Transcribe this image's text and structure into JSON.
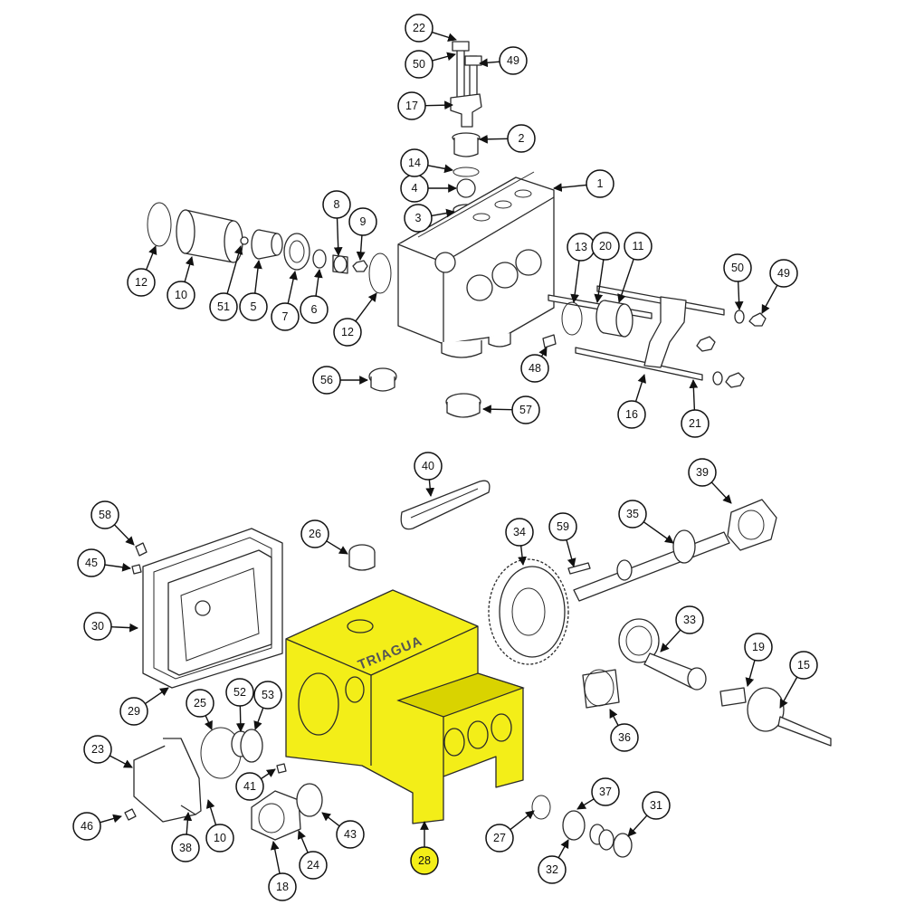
{
  "highlight_color": "#f3ee18",
  "selected_part": "28",
  "brand_mark": "TRIAGUA",
  "callout_labels": [
    "1",
    "2",
    "3",
    "4",
    "5",
    "6",
    "7",
    "8",
    "9",
    "10",
    "10",
    "11",
    "12",
    "12",
    "13",
    "14",
    "15",
    "16",
    "17",
    "18",
    "19",
    "20",
    "21",
    "22",
    "23",
    "24",
    "25",
    "26",
    "27",
    "28",
    "29",
    "30",
    "31",
    "32",
    "33",
    "34",
    "35",
    "36",
    "37",
    "38",
    "39",
    "40",
    "41",
    "43",
    "45",
    "46",
    "48",
    "49",
    "49",
    "50",
    "50",
    "51",
    "52",
    "53",
    "56",
    "57",
    "58",
    "59"
  ]
}
